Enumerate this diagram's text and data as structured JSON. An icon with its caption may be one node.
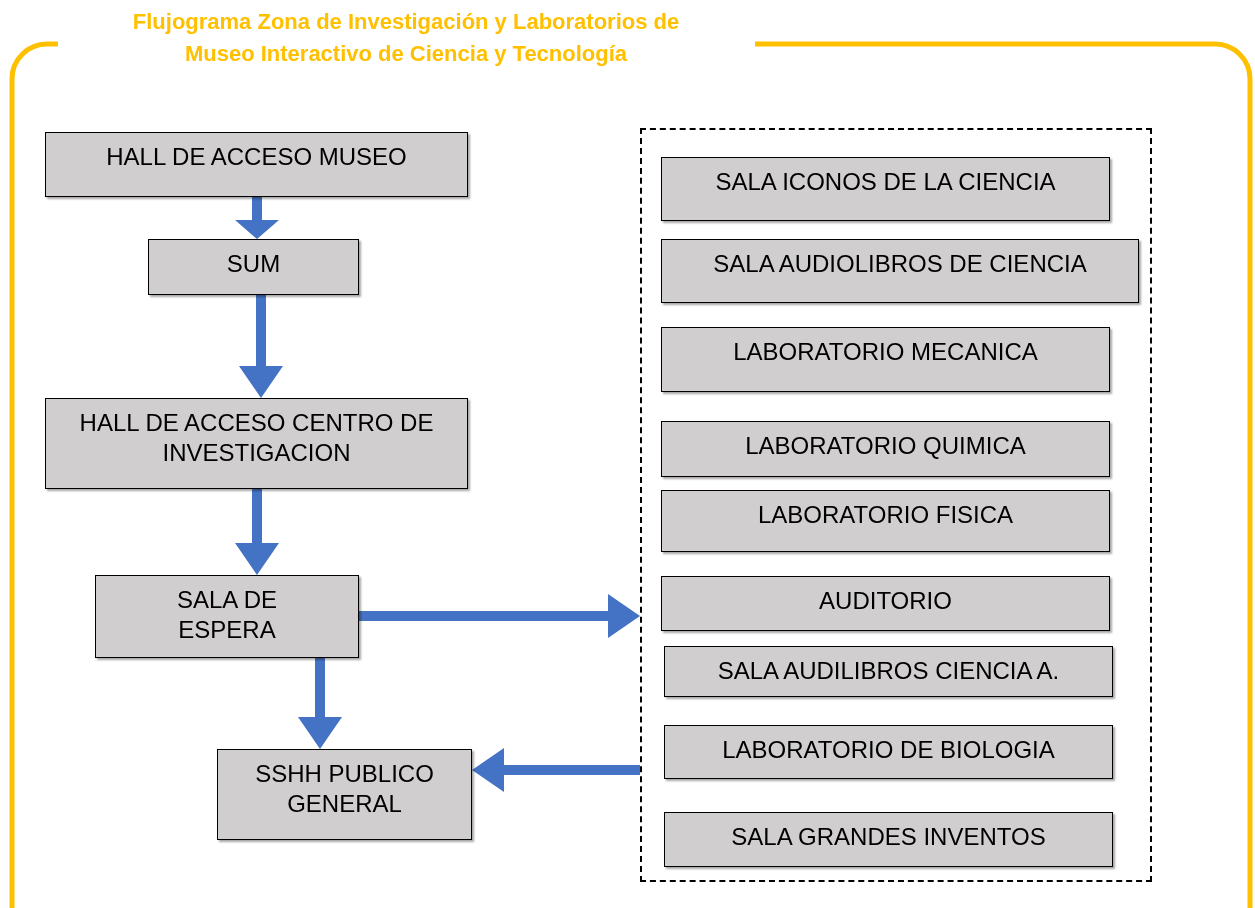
{
  "diagram": {
    "title": "Flujograma Zona de Investigación y Laboratorios de Museo Interactivo de Ciencia y Tecnología",
    "nodes": [
      {
        "text": [
          "HALL DE ACCESO MUSEO"
        ]
      },
      {
        "text": [
          "SUM"
        ]
      },
      {
        "text": [
          "HALL DE ACCESO CENTRO DE INVESTIGACION"
        ]
      },
      {
        "text": [
          "SALA DE ESPERA"
        ]
      },
      {
        "text": [
          "SSHH PUBLICO GENERAL"
        ]
      },
      {
        "text": [],
        "shape": "box"
      },
      {
        "text": [
          "SALA ICONOS DE LA CIENCIA"
        ],
        "in": 5
      },
      {
        "text": [
          "SALA AUDIOLIBROS DE CIENCIA"
        ],
        "in": 5
      },
      {
        "text": [
          "LABORATORIO MECANICA"
        ],
        "in": 5
      },
      {
        "text": [
          "LABORATORIO QUIMICA"
        ],
        "in": 5
      },
      {
        "text": [
          "LABORATORIO FISICA"
        ],
        "in": 5
      },
      {
        "text": [
          "AUDITORIO"
        ],
        "in": 5
      },
      {
        "text": [
          "SALA AUDILIBROS CIENCIA A."
        ],
        "in": 5
      },
      {
        "text": [
          "LABORATORIO DE BIOLOGIA"
        ],
        "in": 5
      },
      {
        "text": [
          "SALA GRANDES INVENTOS"
        ],
        "in": 5
      }
    ],
    "edges": [
      {
        "from": 0,
        "to": 1,
        "arrow": "to",
        "style": "thick"
      },
      {
        "from": 1,
        "to": 2,
        "arrow": "to",
        "style": "thick"
      },
      {
        "from": 2,
        "to": 3,
        "arrow": "to",
        "style": "thick"
      },
      {
        "from": 3,
        "to": 4,
        "arrow": "to",
        "style": "thick"
      },
      {
        "from": 3,
        "to": 5,
        "arrow": "to",
        "style": "thick"
      },
      {
        "from": 5,
        "to": 4,
        "arrow": "to",
        "style": "thick"
      }
    ]
  }
}
